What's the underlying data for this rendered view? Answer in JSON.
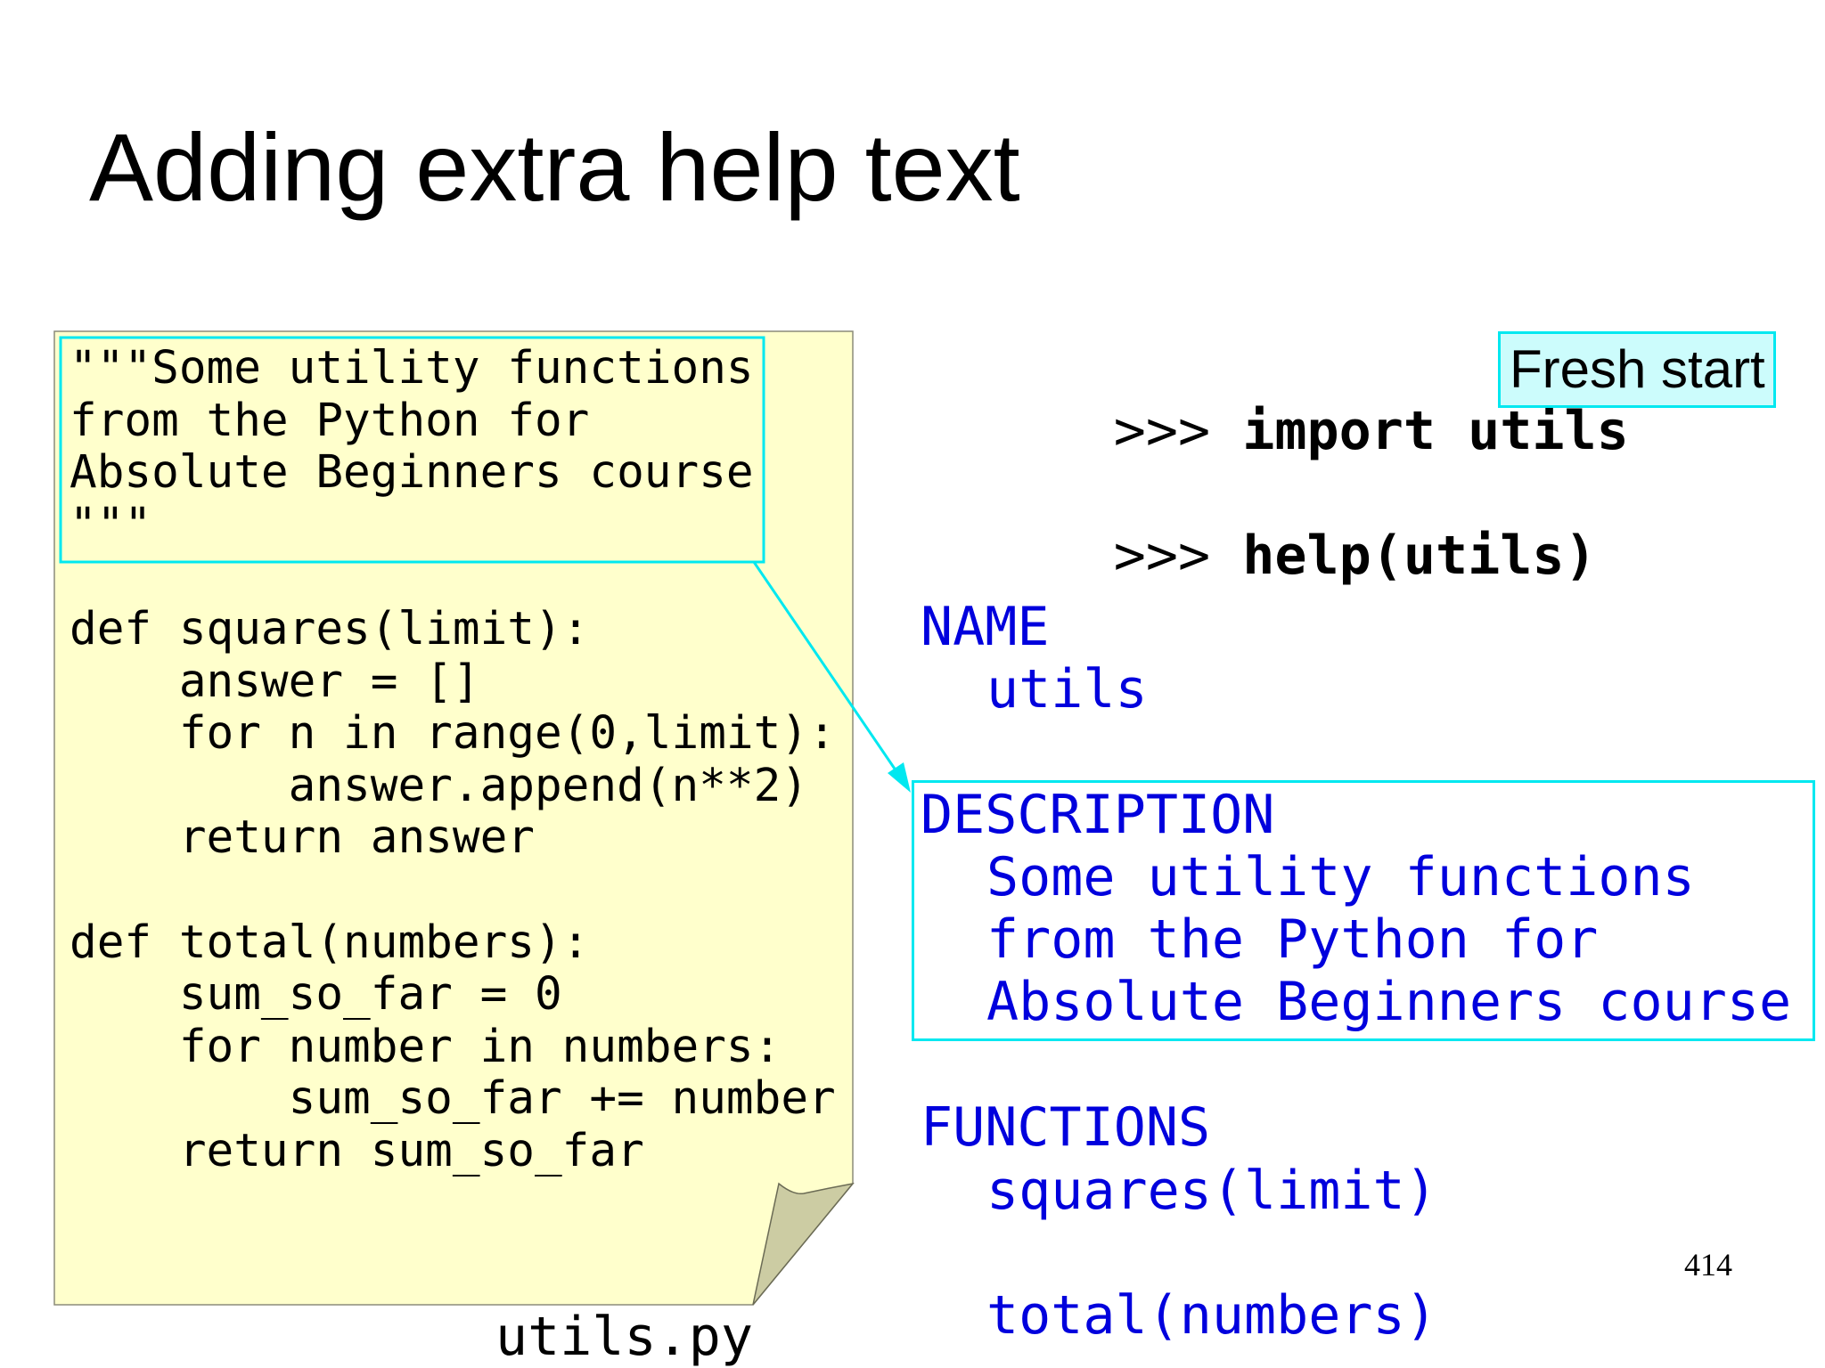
{
  "slide": {
    "title": "Adding extra help text",
    "page_number": "414"
  },
  "source_file": {
    "filename": "utils.py",
    "docstring_lines": [
      "\"\"\"Some utility functions",
      "from the Python for",
      "Absolute Beginners course",
      "\"\"\""
    ],
    "code_lines": [
      "def squares(limit):",
      "    answer = []",
      "    for n in range(0,limit):",
      "        answer.append(n**2)",
      "    return answer",
      "",
      "def total(numbers):",
      "    sum_so_far = 0",
      "    for number in numbers:",
      "        sum_so_far += number",
      "    return sum_so_far"
    ]
  },
  "terminal": {
    "prompt": ">>> ",
    "commands": [
      "import utils",
      "help(utils)"
    ],
    "annotation": "Fresh start",
    "help_output": {
      "name_header": "NAME",
      "name_value": "utils",
      "description_header": "DESCRIPTION",
      "description_lines": [
        "Some utility functions",
        "from the Python for",
        "Absolute Beginners course"
      ],
      "functions_header": "FUNCTIONS",
      "functions": [
        "squares(limit)",
        "total(numbers)"
      ]
    }
  },
  "colors": {
    "note_fill": "#ffffcc",
    "note_border": "#8c8c7a",
    "fold_fill": "#cccca3",
    "highlight": "#00e8f0",
    "highlight_fill": "#ccfcfc",
    "help_text": "#0000dd"
  }
}
